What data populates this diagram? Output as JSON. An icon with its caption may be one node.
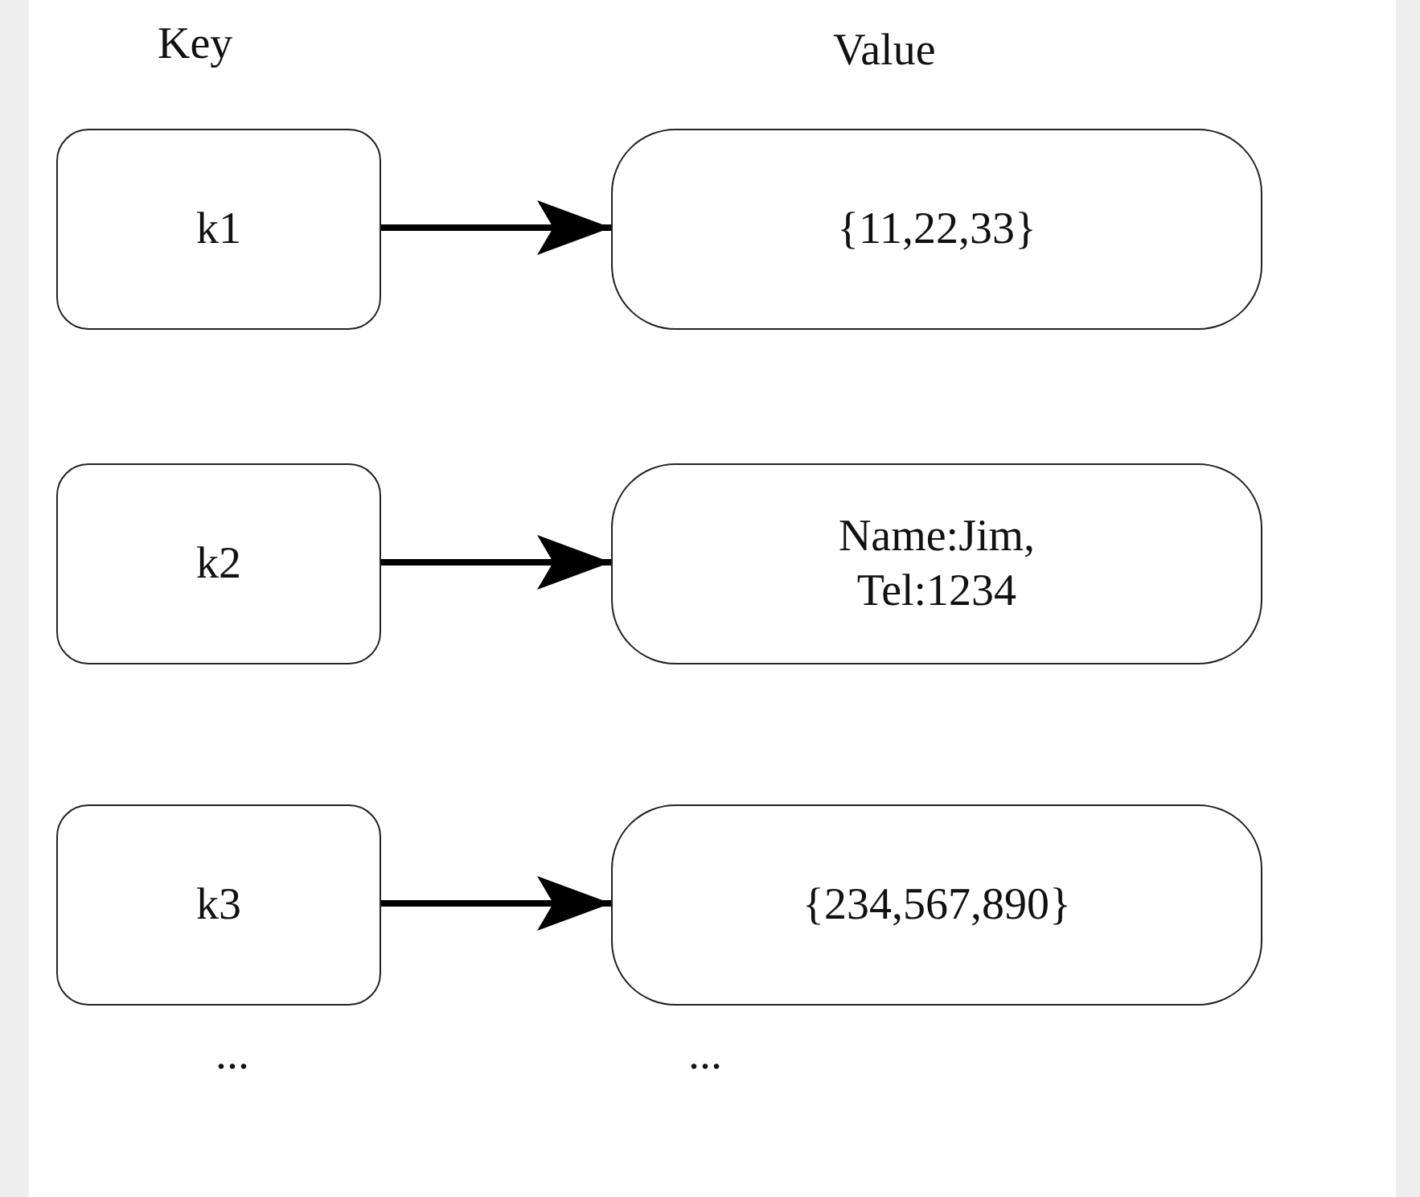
{
  "diagram": {
    "nodes": [
      {
        "text": [
          "k1"
        ]
      },
      {
        "text": [
          "{11,22,33}"
        ]
      },
      {
        "text": [
          "k2"
        ]
      },
      {
        "text": [
          "Name:Jim, Tel:1234"
        ]
      },
      {
        "text": [
          "k3"
        ]
      },
      {
        "text": [
          "{234,567,890}"
        ]
      }
    ],
    "edges": [
      {
        "from": 0,
        "to": 1,
        "arrow": "to"
      },
      {
        "from": 2,
        "to": 3,
        "arrow": "to"
      },
      {
        "from": 4,
        "to": 5,
        "arrow": "to"
      }
    ],
    "labels": [
      "Key",
      "Value",
      "...",
      "..."
    ]
  }
}
